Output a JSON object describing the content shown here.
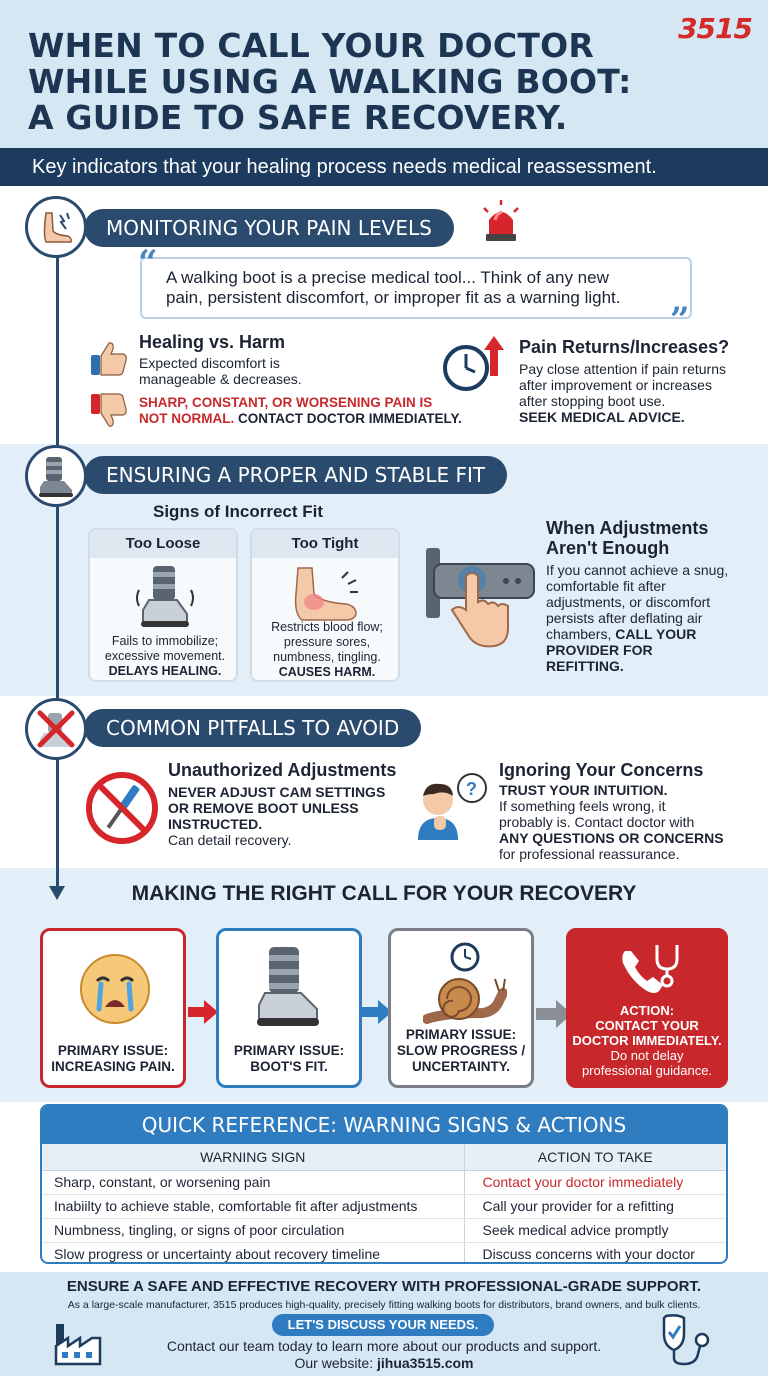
{
  "header": {
    "title_lines": [
      "WHEN TO CALL YOUR DOCTOR",
      "WHILE USING A WALKING BOOT:",
      "A GUIDE TO SAFE RECOVERY."
    ],
    "logo": "3515",
    "subtitle": "Key indicators that your healing process needs medical reassessment."
  },
  "pain": {
    "heading": "MONITORING YOUR PAIN LEVELS",
    "quote_line1": "A walking boot is a precise medical tool... Think of any new",
    "quote_line2": "pain, persistent discomfort, or improper fit as a warning light.",
    "healing_title": "Healing vs. Harm",
    "healing_good_line1": "Expected discomfort is",
    "healing_good_line2": "manageable & decreases.",
    "healing_bad_red_line1": "SHARP, CONSTANT, OR WORSENING PAIN IS",
    "healing_bad_red_line2": "NOT NORMAL.",
    "healing_bad_rest": " CONTACT DOCTOR IMMEDIATELY.",
    "returns_title": "Pain Returns/Increases?",
    "returns_line1": "Pay close attention if pain returns",
    "returns_line2": "after improvement or increases",
    "returns_line3": "after stopping boot use.",
    "returns_line4": "SEEK MEDICAL ADVICE."
  },
  "fit": {
    "heading": "ENSURING A PROPER AND STABLE FIT",
    "signs_title": "Signs of Incorrect Fit",
    "loose": {
      "title": "Too Loose",
      "line1": "Fails to immobilize;",
      "line2": "excessive movement.",
      "line3": "DELAYS HEALING."
    },
    "tight": {
      "title": "Too Tight",
      "line1": "Restricts blood flow;",
      "line2": "pressure sores,",
      "line3": "numbness, tingling.",
      "line4": "CAUSES HARM."
    },
    "adjust_title_line1": "When Adjustments",
    "adjust_title_line2": "Aren't Enough",
    "adjust_line1": "If you cannot achieve a snug,",
    "adjust_line2": "comfortable fit after",
    "adjust_line3": "adjustments, or discomfort",
    "adjust_line4": "persists after deflating air",
    "adjust_line5": "chambers,",
    "adjust_bold1": " CALL YOUR",
    "adjust_bold2": "PROVIDER FOR",
    "adjust_bold3": "REFITTING."
  },
  "pitfalls": {
    "heading": "COMMON PITFALLS TO AVOID",
    "unauth_title": "Unauthorized Adjustments",
    "unauth_line1": "NEVER ADJUST CAM SETTINGS",
    "unauth_line2": "OR REMOVE BOOT UNLESS",
    "unauth_line3": "INSTRUCTED.",
    "unauth_line4": "Can detail recovery.",
    "ignore_title": "Ignoring Your Concerns",
    "ignore_line1": "TRUST YOUR INTUITION.",
    "ignore_line2": "If something feels wrong, it",
    "ignore_line3": "probably is. Contact doctor with",
    "ignore_line4": "ANY QUESTIONS OR CONCERNS",
    "ignore_line5": "for professional reassurance."
  },
  "flow": {
    "title": "MAKING THE RIGHT CALL FOR YOUR RECOVERY",
    "card1_line1": "PRIMARY ISSUE:",
    "card1_line2": "INCREASING PAIN.",
    "card2_line1": "PRIMARY ISSUE:",
    "card2_line2": "BOOT'S FIT.",
    "card3_line1": "PRIMARY ISSUE:",
    "card3_line2": "SLOW PROGRESS /",
    "card3_line3": "UNCERTAINTY.",
    "action_line1": "ACTION:",
    "action_line2": "CONTACT YOUR",
    "action_line3": "DOCTOR IMMEDIATELY.",
    "action_line4": "Do not delay",
    "action_line5": "professional guidance."
  },
  "table": {
    "title": "QUICK REFERENCE: WARNING SIGNS & ACTIONS",
    "headers": [
      "WARNING SIGN",
      "ACTION TO TAKE"
    ],
    "rows": [
      [
        "Sharp, constant, or worsening pain",
        "Contact your doctor immediately"
      ],
      [
        "Inabiilty to achieve stable, comfortable fit after adjustments",
        "Call your provider for a refitting"
      ],
      [
        "Numbness, tingling, or signs of poor circulation",
        "Seek medical advice promptly"
      ],
      [
        "Slow progress or uncertainty about recovery timeline",
        "Discuss concerns with your doctor"
      ]
    ]
  },
  "footer": {
    "headline": "ENSURE A SAFE AND EFFECTIVE RECOVERY WITH PROFESSIONAL-GRADE SUPPORT.",
    "small": "As a large-scale manufacturer, 3515 produces high-quality, precisely fitting walking boots for distributors, brand owners, and bulk clients.",
    "cta": "LET'S DISCUSS YOUR NEEDS.",
    "contact": "Contact our team today to learn more about our products and support.",
    "website_label": "Our website: ",
    "website": "jihua3515.com"
  },
  "colors": {
    "navy": "#1d3b5e",
    "accent_blue": "#2f7cc0",
    "warning_red": "#c8282b"
  },
  "icons": [
    "foot-pain-icon",
    "alarm-light-icon",
    "thumbs-up-icon",
    "thumbs-down-icon",
    "clock-icon",
    "up-arrow-icon",
    "walking-boot-icon",
    "swollen-foot-icon",
    "strap-adjust-hand-icon",
    "no-screwdriver-icon",
    "thinking-person-icon",
    "crying-face-icon",
    "snail-icon",
    "phone-stethoscope-icon",
    "factory-icon",
    "stethoscope-check-icon"
  ]
}
